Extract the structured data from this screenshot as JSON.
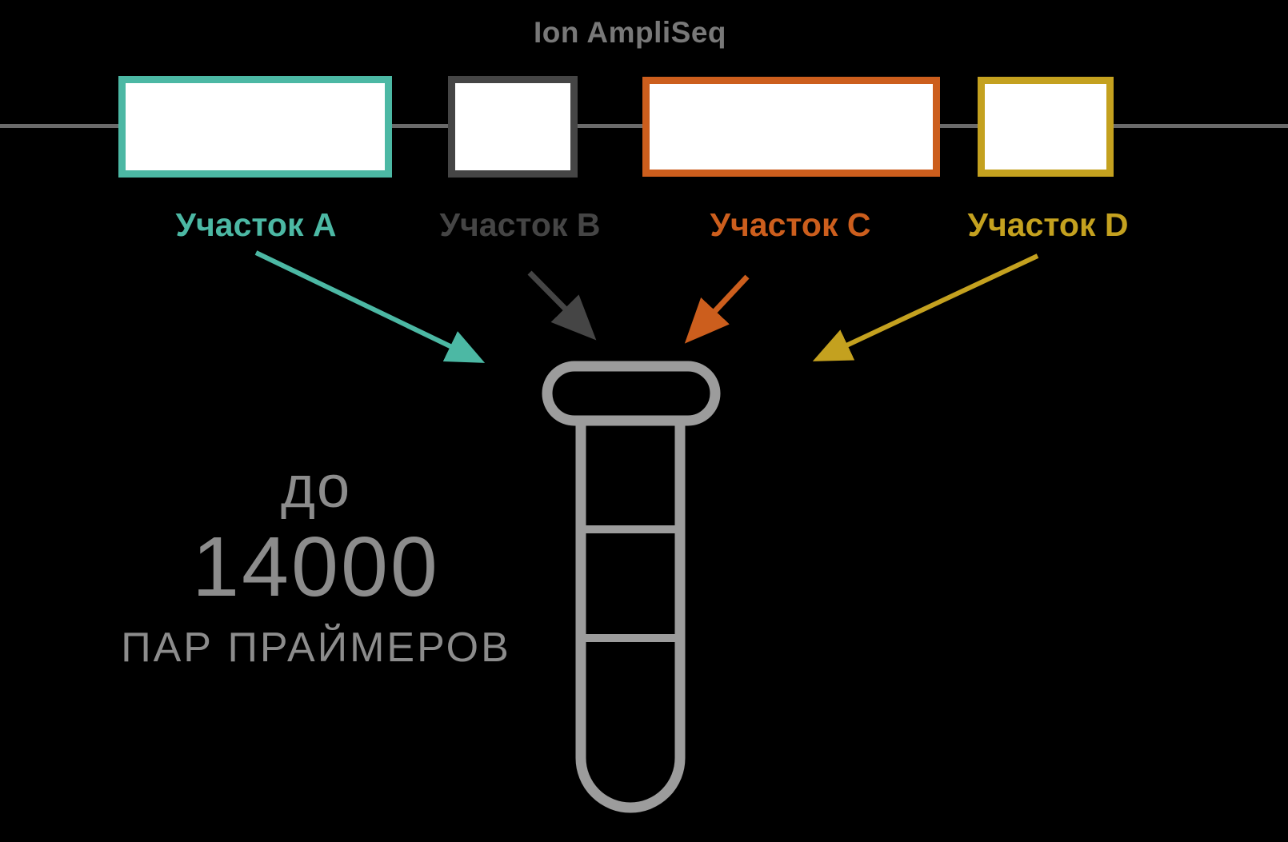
{
  "title": "Ion AmpliSeq",
  "colors": {
    "background": "#000000",
    "genome_line": "#6a6a6a",
    "tube": "#9c9c9c",
    "title_text": "#787878",
    "stat_text": "#8c8c8c"
  },
  "regions": [
    {
      "id": "A",
      "label": "Участок A",
      "color": "#4cb8a4"
    },
    {
      "id": "B",
      "label": "Участок B",
      "color": "#454545"
    },
    {
      "id": "C",
      "label": "Участок C",
      "color": "#cc5e1d"
    },
    {
      "id": "D",
      "label": "Участок D",
      "color": "#c4a11f"
    }
  ],
  "stat": {
    "prefix": "до",
    "value": "14000",
    "unit": "ПАР ПРАЙМЕРОВ"
  },
  "icons": {
    "tube": "test-tube-icon",
    "arrows": "arrow-icon"
  }
}
